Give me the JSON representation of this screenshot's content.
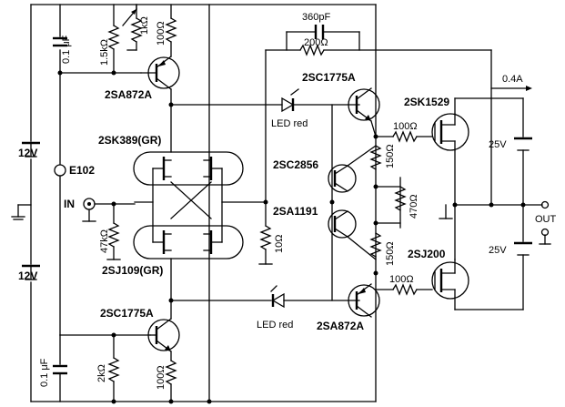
{
  "labels": {
    "cap_01uF_top": "0.1 μF",
    "pot_15k": "1.5kΩ",
    "pot_1k": "1kΩ",
    "r_100_top": "100Ω",
    "q_2sa872a_top": "2SA872A",
    "batt_12v_top": "12V",
    "batt_12v_bot": "12V",
    "crd_e102": "E102",
    "jfet_2sk389": "2SK389(GR)",
    "jfet_2sj109": "2SJ109(GR)",
    "in_label": "IN",
    "r_47k": "47kΩ",
    "r_10": "10Ω",
    "q_2sc1775a_bot": "2SC1775A",
    "cap_01uF_bot": "0.1 μF",
    "r_2k": "2kΩ",
    "r_100_bot": "100Ω",
    "cap_360pF": "360pF",
    "r_200": "200Ω",
    "q_2sc1775a_top": "2SC1775A",
    "led_red_top": "LED red",
    "led_red_bot": "LED red",
    "q_2sc2856": "2SC2856",
    "q_2sa1191": "2SA1191",
    "q_2sa872a_bot": "2SA872A",
    "r_150_top": "150Ω",
    "r_150_bot": "150Ω",
    "vr_470": "470Ω",
    "r_100_gate_top": "100Ω",
    "r_100_gate_bot": "100Ω",
    "fet_2sk1529": "2SK1529",
    "fet_2sj200": "2SJ200",
    "current_04a": "0.4A",
    "batt_25v_top": "25V",
    "batt_25v_bot": "25V",
    "out_label": "OUT"
  }
}
